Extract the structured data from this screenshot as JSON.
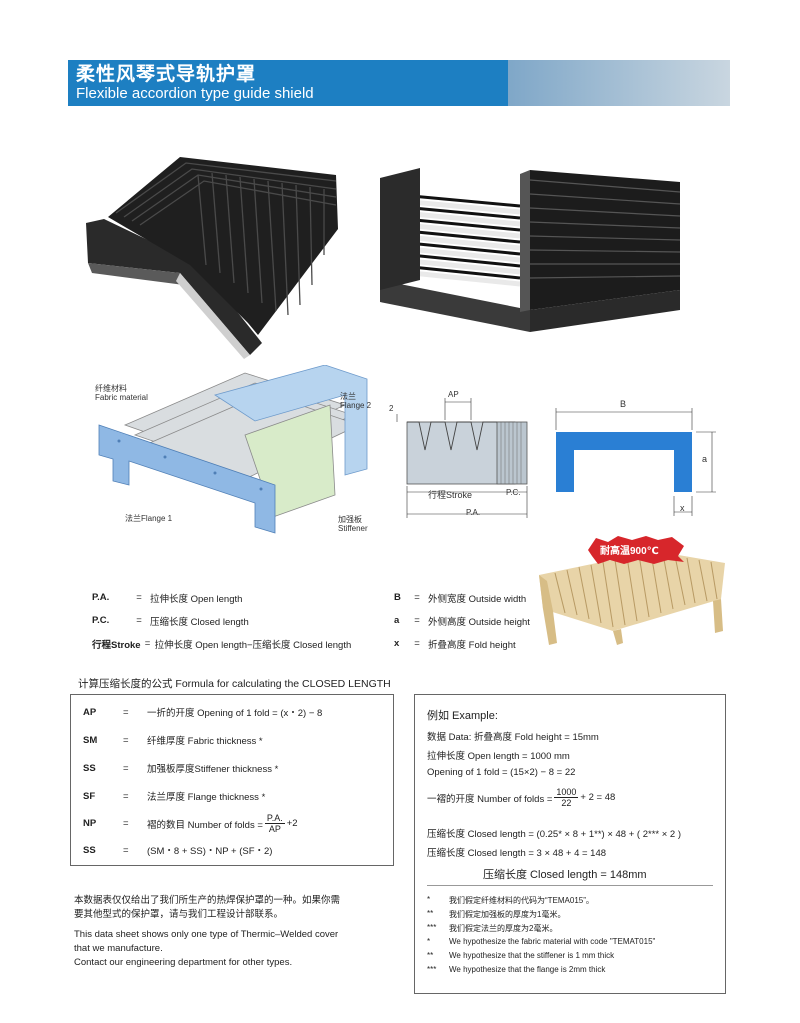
{
  "header": {
    "title_cn": "柔性风琴式导轨护罩",
    "title_en": "Flexible accordion type guide shield"
  },
  "colors": {
    "banner_blue": "#1d7fc2",
    "bellows_black": "#1f1f1f",
    "diagram_blue": "#7fb0e0",
    "badge_red": "#d7262b"
  },
  "diagram_labels": {
    "fabric_cn": "纤维材料",
    "fabric_en": "Fabric material",
    "flange2_cn": "法兰",
    "flange2_en": "Flange 2",
    "flange1": "法兰Flange 1",
    "stiffener_cn": "加强板",
    "stiffener_en": "Stiffener",
    "ap": "AP",
    "two": "2",
    "stroke": "行程Stroke",
    "pc": "P.C.",
    "pa": "P.A.",
    "b": "B",
    "a": "a",
    "x": "x",
    "badge": "耐高温900℃"
  },
  "definitions_left": [
    {
      "key": "P.A.",
      "eq": "=",
      "text": "拉伸长度 Open length"
    },
    {
      "key": "P.C.",
      "eq": "=",
      "text": "压缩长度 Closed length"
    },
    {
      "key": "行程Stroke",
      "eq": "=",
      "text": "拉伸长度 Open length−压缩长度 Closed length"
    }
  ],
  "definitions_right": [
    {
      "key": "B",
      "eq": "=",
      "text": "外侧宽度 Outside width"
    },
    {
      "key": "a",
      "eq": "=",
      "text": "外侧高度 Outside height"
    },
    {
      "key": "x",
      "eq": "=",
      "text": "折叠高度 Fold height"
    }
  ],
  "formula": {
    "title": "计算压缩长度的公式 Formula for calculating the CLOSED LENGTH",
    "rows": [
      {
        "key": "AP",
        "eq": "=",
        "text": "一折的开度 Opening of 1 fold = (x・2) − 8"
      },
      {
        "key": "SM",
        "eq": "=",
        "text": "纤维厚度 Fabric thickness *"
      },
      {
        "key": "SS",
        "eq": "=",
        "text": "加强板厚度Stiffener thickness *"
      },
      {
        "key": "SF",
        "eq": "=",
        "text": "法兰厚度 Flange thickness *"
      },
      {
        "key": "NP",
        "eq": "=",
        "text": "褶的数目 Number of folds =",
        "num": "P.A.",
        "den": "AP",
        "tail": "+2"
      },
      {
        "key": "SS",
        "eq": "=",
        "text": "(SM・8 + SS)・NP + (SF・2)"
      }
    ]
  },
  "example": {
    "title": "例如 Example:",
    "lines": [
      "数据 Data: 折叠高度 Fold height = 15mm",
      "拉伸长度 Open length = 1000 mm",
      "Opening of 1 fold = (15×2) − 8 = 22"
    ],
    "folds_label": "一褶的开度 Number of folds =",
    "folds_num": "1000",
    "folds_den": "22",
    "folds_tail": "+ 2 = 48",
    "closed1": "压缩长度 Closed length = (0.25* × 8 + 1**) × 48 + ( 2*** × 2 )",
    "closed2": "压缩长度 Closed length = 3 × 48 + 4 = 148",
    "result": "压缩长度 Closed length = 148mm",
    "notes": [
      {
        "star": "*",
        "text": "我们假定纤维材料的代码为“TEMA015”。"
      },
      {
        "star": "**",
        "text": "我们假定加强板的厚度为1毫米。"
      },
      {
        "star": "***",
        "text": "我们假定法兰的厚度为2毫米。"
      },
      {
        "star": "*",
        "text": "We hypothesize the fabric material with code \"TEMAT015\""
      },
      {
        "star": "**",
        "text": "We hypothesize that the stiffener is 1 mm thick"
      },
      {
        "star": "***",
        "text": "We hypothesize that the flange is 2mm thick"
      }
    ]
  },
  "footer": {
    "cn_line1": "本数据表仅仅给出了我们所生产的热焊保护罩的一种。如果你需",
    "cn_line2": "要其他型式的保护罩，请与我们工程设计部联系。",
    "en_line1": "This data sheet shows only one type of Thermic–Welded cover",
    "en_line2": "that we manufacture.",
    "en_line3": "Contact our engineering department for other types."
  }
}
